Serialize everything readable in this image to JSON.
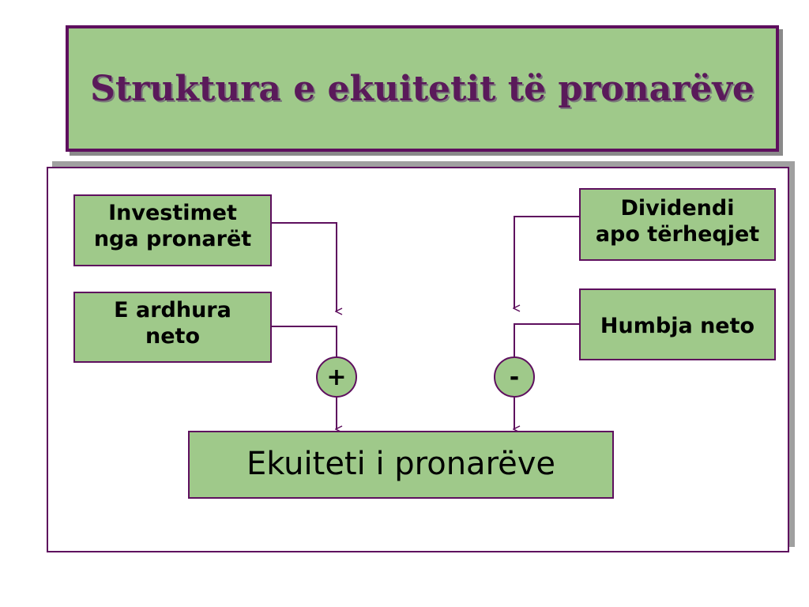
{
  "title": "Struktura e ekuitetit të pronarëve",
  "boxes": {
    "investimet": [
      "Investimet",
      "nga pronarët"
    ],
    "ardhura": [
      "E ardhura",
      "neto"
    ],
    "dividendi": [
      "Dividendi",
      "apo tërheqjet"
    ],
    "humbja": [
      "Humbja neto"
    ],
    "ekuiteti": "Ekuiteti i pronarëve"
  },
  "operators": {
    "plus": "+",
    "minus": "-"
  },
  "colors": {
    "box_fill": "#9fc98a",
    "border": "#5e0f5e",
    "title_text": "#5a1a5a"
  }
}
